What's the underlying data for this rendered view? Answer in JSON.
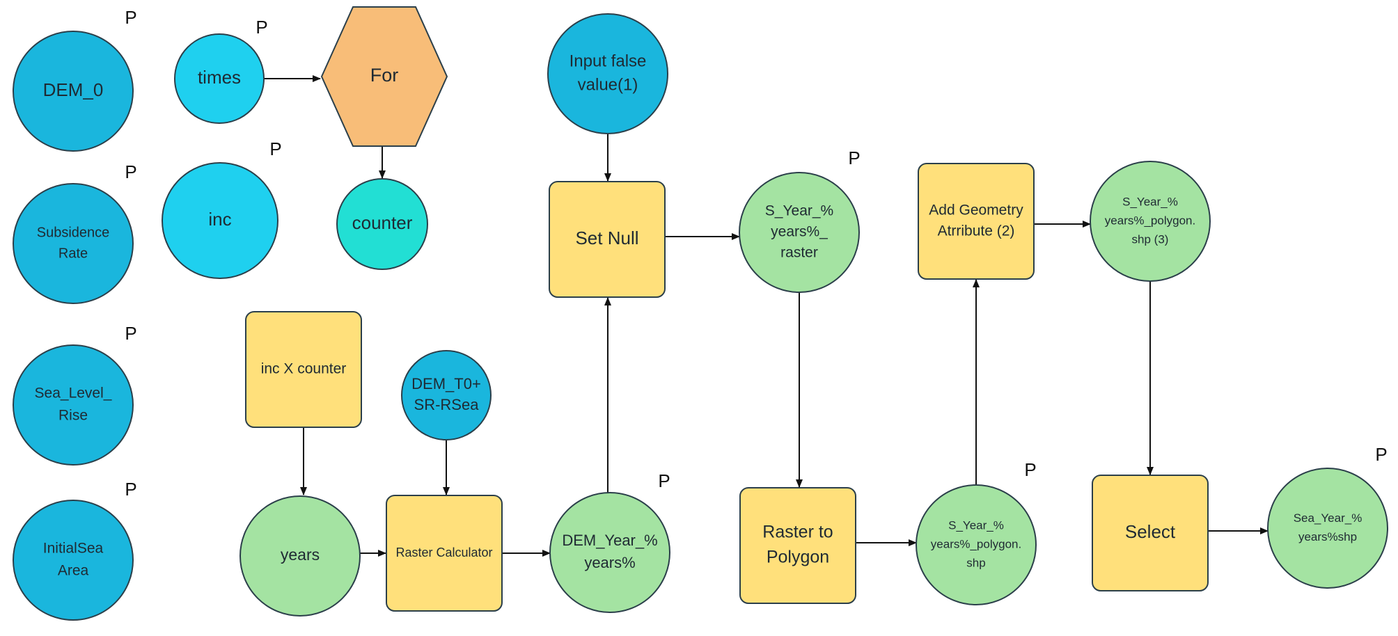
{
  "colors": {
    "input_blue": "#1ab6dd",
    "light_cyan": "#1fd0ef",
    "counter_teal": "#22dfd4",
    "tool_yellow": "#ffe07b",
    "data_green": "#a4e3a2",
    "iterator_orange": "#f8bd78",
    "outline": "#2b3f4a",
    "arrow": "#111111"
  },
  "param_marker": "P",
  "nodes": {
    "dem0": {
      "label": [
        "DEM_0"
      ]
    },
    "subsidence": {
      "label": [
        "Subsidence",
        "Rate"
      ]
    },
    "sealevel": {
      "label": [
        "Sea_Level_",
        "Rise"
      ]
    },
    "initialsea": {
      "label": [
        "InitialSea",
        "Area"
      ]
    },
    "times": {
      "label": [
        "times"
      ]
    },
    "for": {
      "label": [
        "For"
      ]
    },
    "inc": {
      "label": [
        "inc"
      ]
    },
    "counter": {
      "label": [
        "counter"
      ]
    },
    "inc_x_counter": {
      "label": [
        "inc X counter"
      ]
    },
    "years": {
      "label": [
        "years"
      ]
    },
    "dem_t0": {
      "label": [
        "DEM_T0+",
        "SR-RSea"
      ]
    },
    "raster_calc": {
      "label": [
        "Raster Calculator"
      ]
    },
    "dem_year": {
      "label": [
        "DEM_Year_%",
        "years%"
      ]
    },
    "input_false": {
      "label": [
        "Input false",
        "value(1)"
      ]
    },
    "set_null": {
      "label": [
        "Set Null"
      ]
    },
    "s_year_raster": {
      "label": [
        "S_Year_%",
        "years%_",
        "raster"
      ]
    },
    "raster_to_poly": {
      "label": [
        "Raster to",
        "Polygon"
      ]
    },
    "s_year_poly": {
      "label": [
        "S_Year_%",
        "years%_polygon.",
        "shp"
      ]
    },
    "add_geom": {
      "label": [
        "Add Geometry",
        "Atrribute (2)"
      ]
    },
    "s_year_poly3": {
      "label": [
        "S_Year_%",
        "years%_polygon.",
        "shp (3)"
      ]
    },
    "select": {
      "label": [
        "Select"
      ]
    },
    "sea_year": {
      "label": [
        "Sea_Year_%",
        "years%shp"
      ]
    }
  }
}
